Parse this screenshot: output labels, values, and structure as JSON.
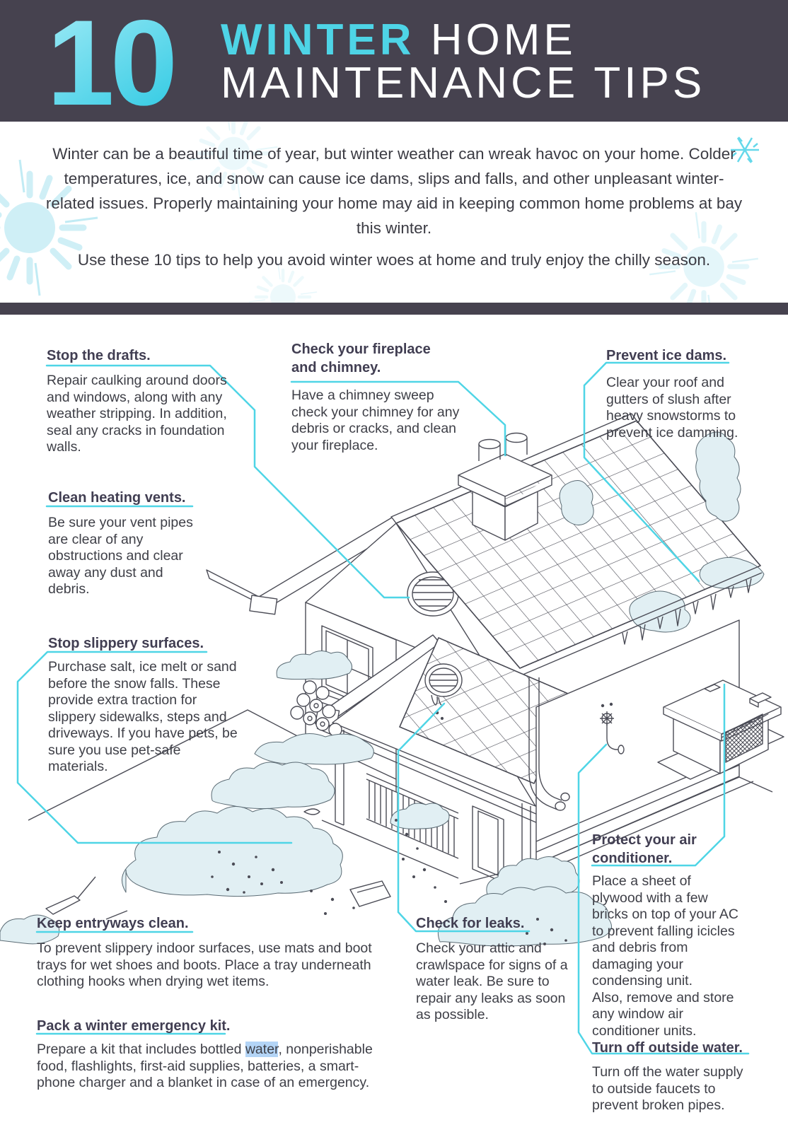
{
  "header": {
    "number": "10",
    "title_accent": "WINTER",
    "title_rest": " HOME",
    "title_line2": "MAINTENANCE TIPS"
  },
  "intro": {
    "p1": "Winter can be a beautiful time of year, but winter weather can wreak havoc on your home. Colder temperatures, ice, and snow can cause ice dams, slips and falls, and other unpleasant winter-related issues. Properly maintaining your home may aid in keeping common home problems at bay this winter.",
    "p2": "Use these 10 tips to help you avoid winter woes at home and truly enjoy the chilly season."
  },
  "tips": [
    {
      "title": "Stop the drafts.",
      "body": "Repair caulking around doors and windows, along with any weather stripping. In addition, seal any cracks in foundation walls."
    },
    {
      "title": "Check your fireplace and chimney.",
      "body": "Have a chimney sweep check your chimney for any debris or cracks, and clean your fireplace."
    },
    {
      "title": "Prevent ice dams.",
      "body": "Clear your roof and gutters of slush after heavy snowstorms to prevent ice damming."
    },
    {
      "title": "Clean heating vents.",
      "body": "Be sure your vent pipes are clear of any obstructions and clear away any dust and debris."
    },
    {
      "title": "Stop slippery surfaces.",
      "body": "Purchase salt, ice melt or sand before the snow falls. These provide extra traction for slippery sidewalks, steps and driveways. If you have pets, be sure you use pet-safe materials."
    },
    {
      "title": "Keep entryways clean.",
      "body": "To prevent slippery indoor surfaces, use mats and boot trays for wet shoes and boots. Place a tray underneath clothing hooks when drying wet items."
    },
    {
      "title": "Pack a winter emergency kit.",
      "body_pre": "Prepare a kit that includes bottled ",
      "body_hl": "water",
      "body_post": ", nonperishable food, flashlights, first-aid supplies, batteries, a smart-phone charger and a blanket in case of an emergency."
    },
    {
      "title": "Check for leaks.",
      "body": "Check your attic and crawlspace for signs of a water leak. Be sure to repair any leaks as soon as possible."
    },
    {
      "title": "Protect your air conditioner.",
      "body": "Place a sheet of plywood with a few bricks on top of your AC to prevent falling icicles and debris from damaging your condensing unit.\nAlso, remove and store any window air conditioner units."
    },
    {
      "title": "Turn off outside water.",
      "body": "Turn off the water supply to outside faucets to prevent broken pipes."
    }
  ],
  "colors": {
    "header_bg": "#46424f",
    "accent_cyan": "#4ed4e6",
    "number_gradient_top": "#a5ecf7",
    "number_gradient_bottom": "#3bcde5",
    "heading_text": "#413e52",
    "body_text": "#3e3f47",
    "snow_fill": "#e1eff3",
    "line_art": "#4b4c56",
    "highlight_selection": "#b3d4f6"
  }
}
